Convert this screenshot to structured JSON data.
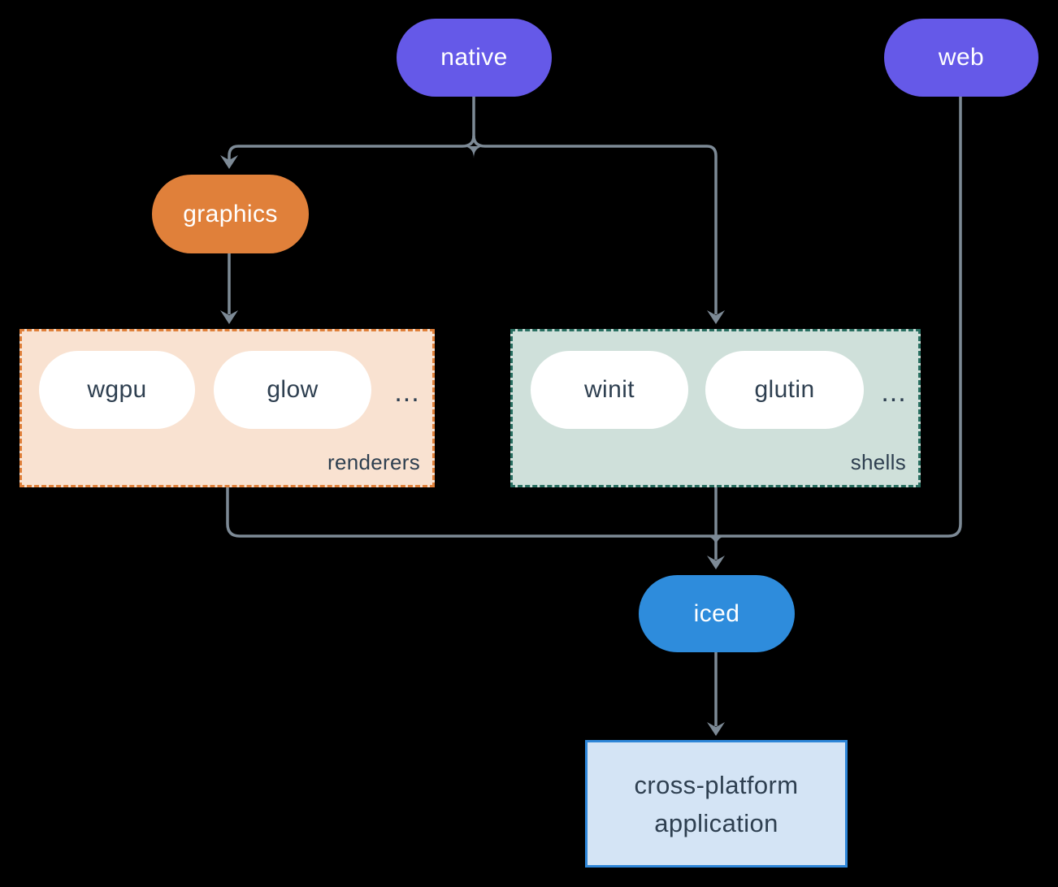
{
  "palette": {
    "background": "#000000",
    "line": "#7D8A96",
    "ink": "#2E3F50"
  },
  "nodes": {
    "native": {
      "label": "native",
      "bg": "#6559E8",
      "fg": "#FFFFFF"
    },
    "web": {
      "label": "web",
      "bg": "#6559E8",
      "fg": "#FFFFFF"
    },
    "graphics": {
      "label": "graphics",
      "bg": "#E0803A",
      "fg": "#FFFFFF"
    },
    "wgpu": {
      "label": "wgpu",
      "bg": "#FFFFFF",
      "fg": "#2E3F50"
    },
    "glow": {
      "label": "glow",
      "bg": "#FFFFFF",
      "fg": "#2E3F50"
    },
    "winit": {
      "label": "winit",
      "bg": "#FFFFFF",
      "fg": "#2E3F50"
    },
    "glutin": {
      "label": "glutin",
      "bg": "#FFFFFF",
      "fg": "#2E3F50"
    },
    "iced": {
      "label": "iced",
      "bg": "#2E8CDC",
      "fg": "#FFFFFF"
    },
    "app": {
      "line1": "cross-platform",
      "line2": "application",
      "bg": "#D4E4F5",
      "border": "#2E86D8",
      "fg": "#2E3F50"
    }
  },
  "groups": {
    "renderers": {
      "label": "renderers",
      "more": "...",
      "bg": "#F9E2D1",
      "border": "#E0803A",
      "fg": "#2E3F50"
    },
    "shells": {
      "label": "shells",
      "more": "...",
      "bg": "#CFE0DA",
      "border": "#286E60",
      "fg": "#2E3F50"
    }
  }
}
